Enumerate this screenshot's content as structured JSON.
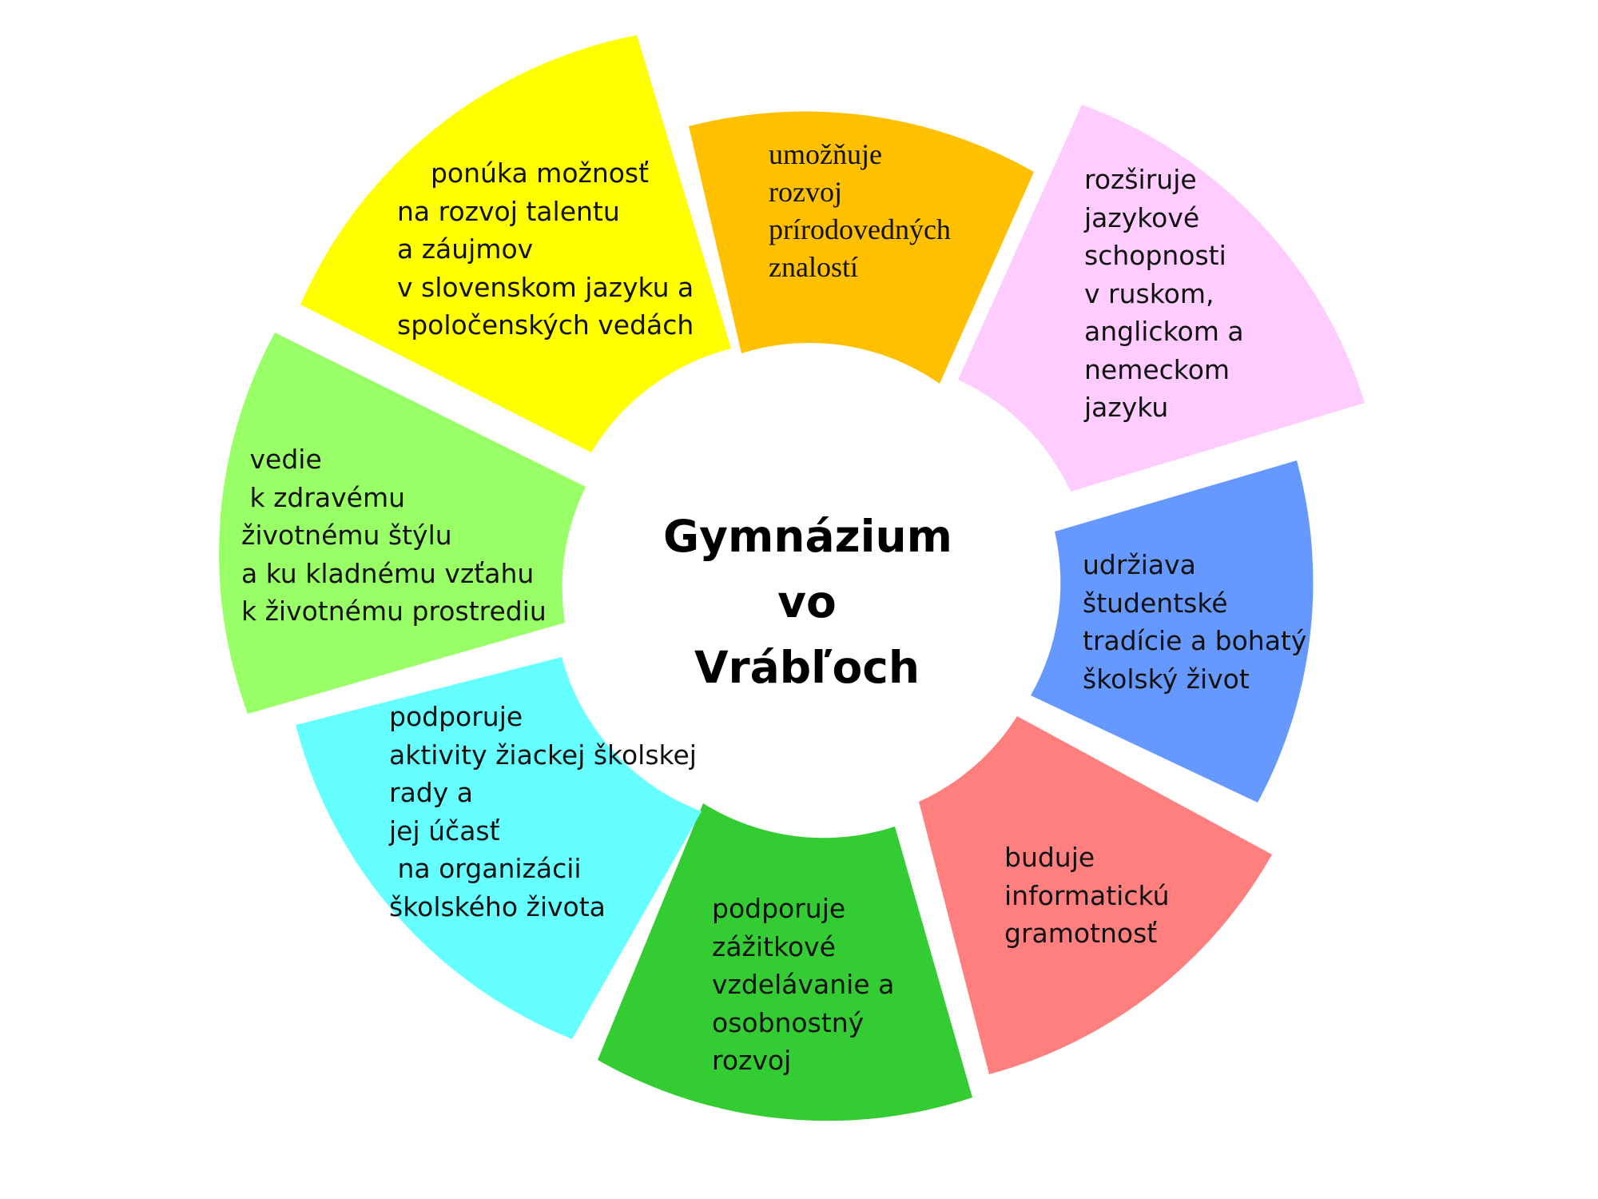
{
  "center": {
    "line1": "Gymnázium",
    "line2": "vo Vrábľoch"
  },
  "segments": [
    {
      "id": "yellow",
      "color": "#FFFF00",
      "text": "    ponúka možnosť\nna rozvoj talentu\na záujmov\nv slovenskom jazyku a\nspoločenských vedách"
    },
    {
      "id": "orange",
      "color": "#FFC000",
      "text": "umožňuje\nrozvoj\nprírodovedných\nznalostí"
    },
    {
      "id": "pink",
      "color": "#FFCCFF",
      "text": "rozširuje\njazykové\nschopnosti\nv ruskom,\nanglickom a\nnemeckom\njazyku"
    },
    {
      "id": "blue",
      "color": "#6699FF",
      "text": "udržiava\nštudentské\ntradície a bohatý\nškolský život"
    },
    {
      "id": "red",
      "color": "#FF7F7F",
      "text": "buduje\ninformatickú\ngramotnosť"
    },
    {
      "id": "green",
      "color": "#33CC33",
      "text": "podporuje\nzážitkové\nvzdelávanie a\nosobnostný\nrozvoj"
    },
    {
      "id": "cyan",
      "color": "#66FFFF",
      "text": "podporuje\naktivity žiackej školskej\nrady a\njej účasť\n na organizácii\nškolského života"
    },
    {
      "id": "lightgreen",
      "color": "#99FF66",
      "text": " vedie\n k zdravému\nživotnému štýlu\na ku kladnému vzťahu\nk životnému prostrediu"
    }
  ]
}
